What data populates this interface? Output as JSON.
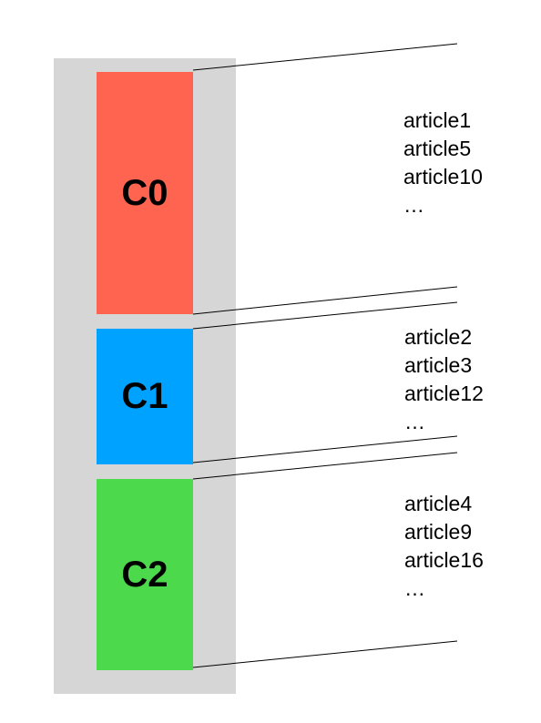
{
  "colors": {
    "background_column": "#d6d6d6",
    "c0": "#ff6450",
    "c1": "#00a2ff",
    "c2": "#4cd94c"
  },
  "clusters": [
    {
      "label": "C0",
      "color": "#ff6450",
      "articles": [
        "article1",
        "article5",
        "article10",
        "…"
      ]
    },
    {
      "label": "C1",
      "color": "#00a2ff",
      "articles": [
        "article2",
        "article3",
        "article12",
        "…"
      ]
    },
    {
      "label": "C2",
      "color": "#4cd94c",
      "articles": [
        "article4",
        "article9",
        "article16",
        "…"
      ]
    }
  ]
}
